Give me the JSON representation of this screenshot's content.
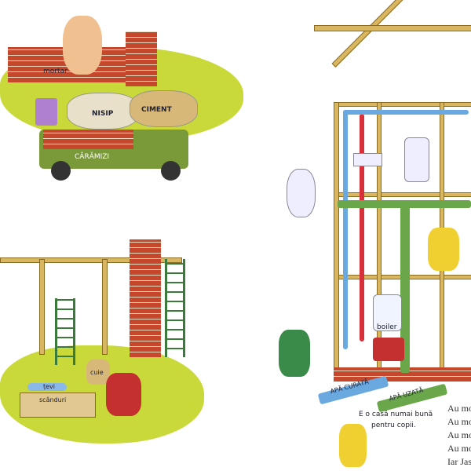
{
  "left_page": {
    "labels": {
      "mortar": "mortar",
      "sand": "NISIP",
      "cement": "CIMENT",
      "bricks": "CĂRĂMIZI",
      "nails": "cuie",
      "pipes": "țevi",
      "boards": "scânduri"
    }
  },
  "right_page": {
    "labels": {
      "boiler": "boiler",
      "clean_water": "APĂ CURATĂ",
      "waste_water": "APĂ UZATĂ"
    },
    "caption": [
      "E o casă numai bună",
      "pentru copii."
    ],
    "verse": [
      "Au mon",
      "Au mon",
      "Au mon",
      "Au mon",
      "Iar Jaso"
    ]
  },
  "colors": {
    "grass": "#c9d93a",
    "brick": "#c6482c",
    "wood": "#d8b760",
    "hot_pipe": "#d8303a",
    "cold_pipe": "#6aa8e0",
    "drain_pipe": "#6aa64a"
  }
}
